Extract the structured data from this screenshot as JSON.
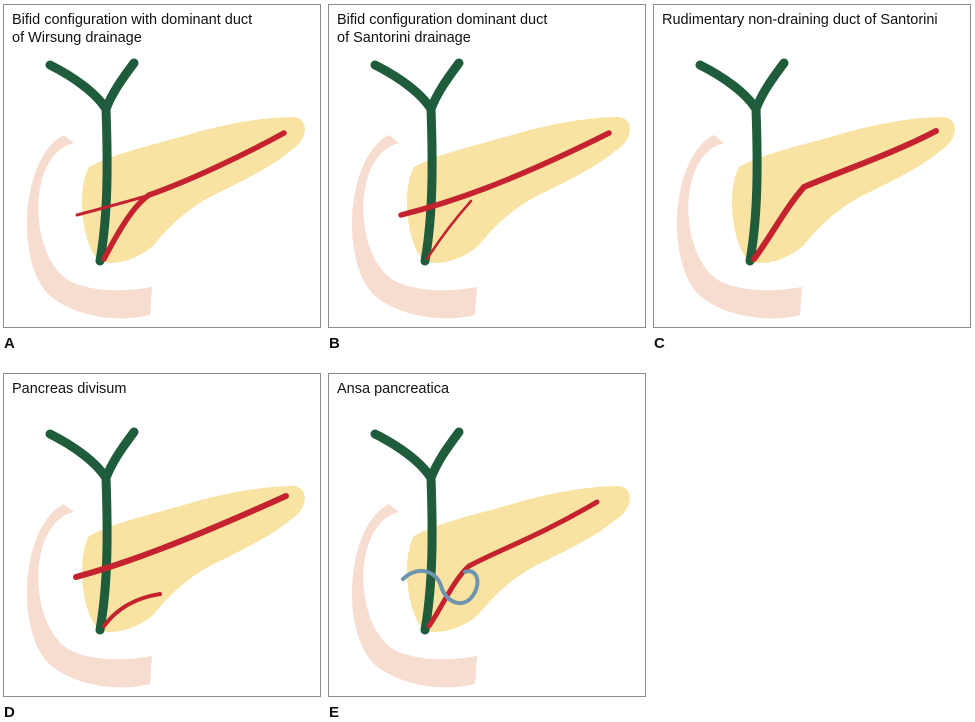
{
  "panels": [
    {
      "letter": "A",
      "title": "Bifid configuration with dominant duct\n   of Wirsung drainage"
    },
    {
      "letter": "B",
      "title": "Bifid configuration dominant duct\n   of Santorini drainage"
    },
    {
      "letter": "C",
      "title": "Rudimentary non-draining duct of Santorini"
    },
    {
      "letter": "D",
      "title": "Pancreas divisum"
    },
    {
      "letter": "E",
      "title": "Ansa pancreatica"
    }
  ],
  "colors": {
    "pancreas": "#f8e3a3",
    "duodenum": "#f7ddd0",
    "bile_duct": "#1f5c3b",
    "pancreatic_duct": "#c4222e",
    "loop": "#6d95ad"
  }
}
